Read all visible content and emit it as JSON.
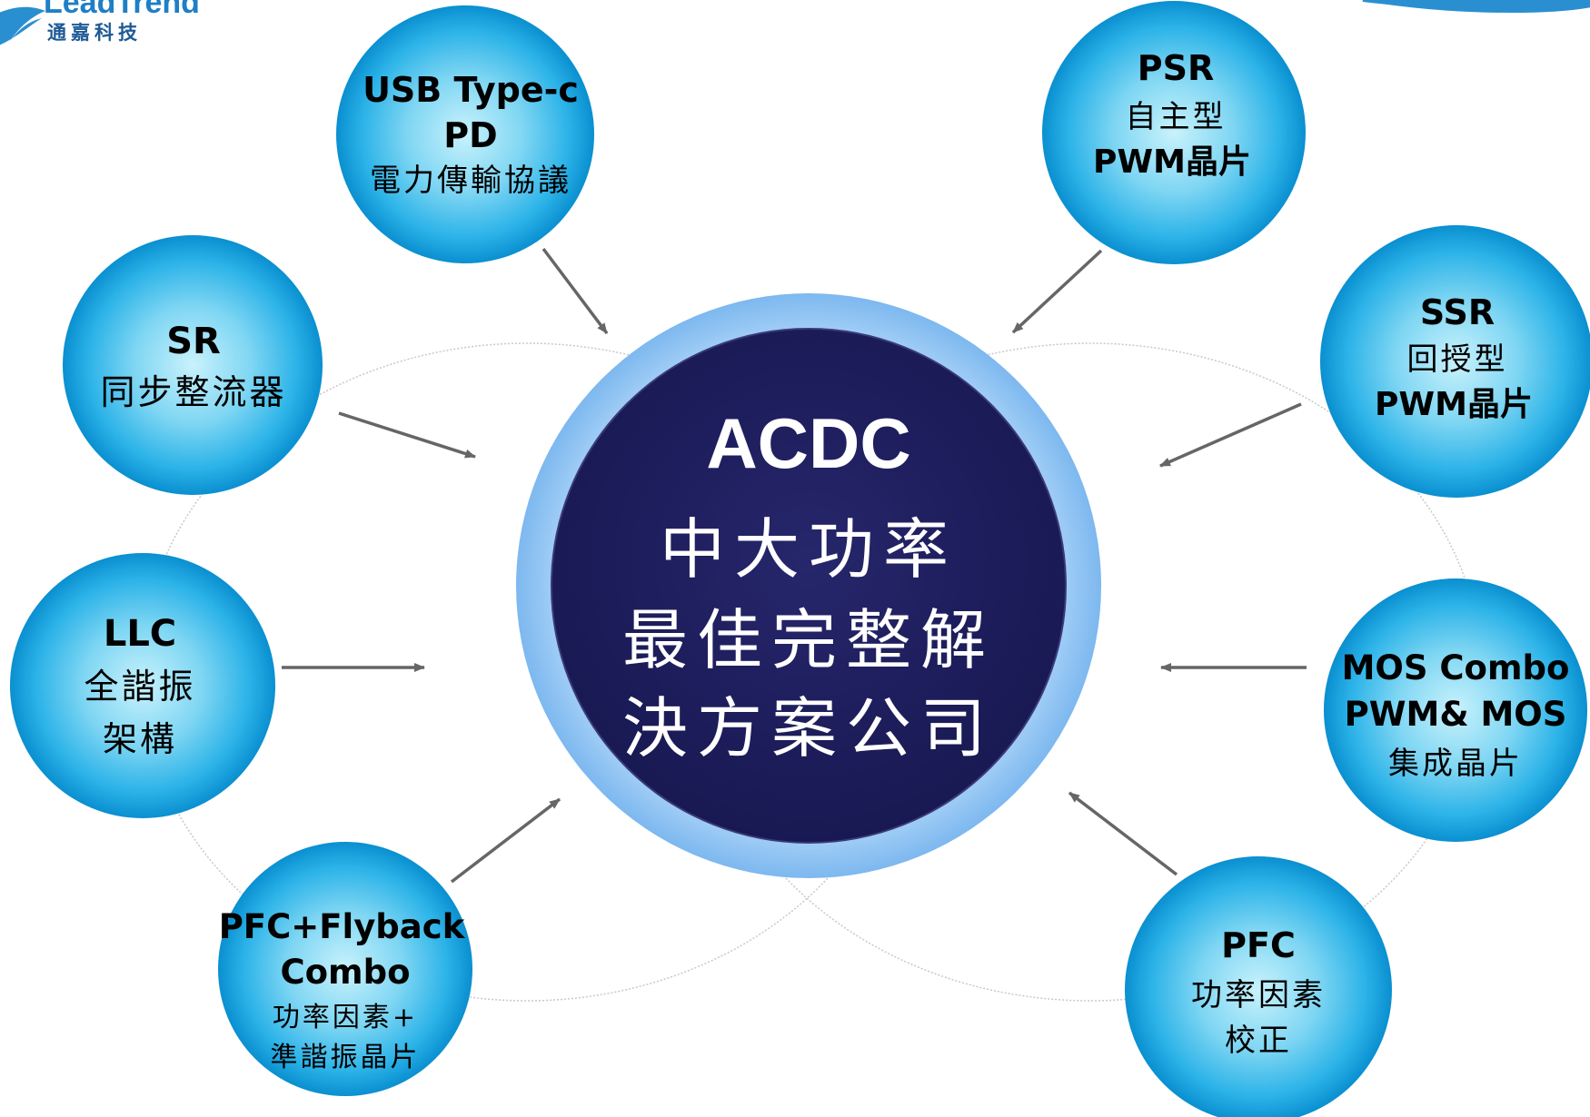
{
  "logo": {
    "name_latin": "LeadTrend",
    "name_cjk": "通嘉科技"
  },
  "center": {
    "lines": [
      "ACDC",
      "中大功率",
      "最佳完整解",
      "決方案公司"
    ]
  },
  "nodes": [
    {
      "id": "usb-type-c-pd",
      "lines": [
        "USB Type-c",
        "PD",
        "電力傳輸協議"
      ]
    },
    {
      "id": "psr",
      "lines": [
        "PSR",
        "自主型",
        "PWM晶片"
      ]
    },
    {
      "id": "sr",
      "lines": [
        "SR",
        "同步整流器"
      ]
    },
    {
      "id": "ssr",
      "lines": [
        "SSR",
        "回授型",
        "PWM晶片"
      ]
    },
    {
      "id": "llc",
      "lines": [
        "LLC",
        "全諧振",
        "架構"
      ]
    },
    {
      "id": "mos-combo",
      "lines": [
        "MOS Combo",
        "PWM& MOS",
        "集成晶片"
      ]
    },
    {
      "id": "pfc-flyback-combo",
      "lines": [
        "PFC+Flyback",
        "Combo",
        "功率因素+",
        "準諧振晶片"
      ]
    },
    {
      "id": "pfc",
      "lines": [
        "PFC",
        "功率因素",
        "校正"
      ]
    }
  ],
  "colors": {
    "center_fill": "#1e1e5e",
    "center_ring": "#8ec1f4",
    "node_light": "#bfeefb",
    "node_mid": "#4cc6ee",
    "node_dark": "#0a8fd0",
    "arrow": "#666666",
    "orbit": "#c8c8c8"
  }
}
